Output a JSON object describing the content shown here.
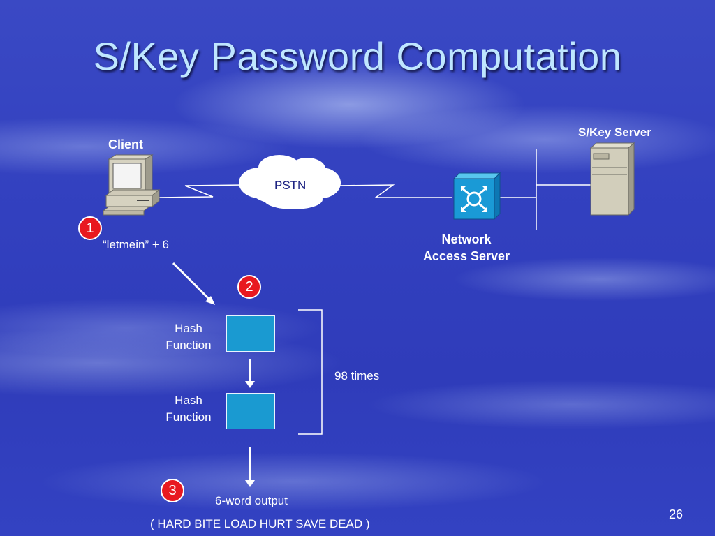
{
  "slide": {
    "title": "S/Key Password Computation",
    "page_number": "26"
  },
  "nodes": {
    "client": "Client",
    "pstn": "PSTN",
    "nas_line1": "Network",
    "nas_line2": "Access Server",
    "skey_server": "S/Key Server"
  },
  "steps": {
    "step1_badge": "1",
    "step1_text": "“letmein” + 6",
    "step2_badge": "2",
    "step3_badge": "3",
    "step3_text": "6-word output",
    "step3_words": "( HARD BITE LOAD HURT SAVE DEAD )"
  },
  "hash": {
    "box1_line1": "Hash",
    "box1_line2": "Function",
    "box2_line1": "Hash",
    "box2_line2": "Function",
    "repeat": "98 times"
  },
  "colors": {
    "title": "#bfe6ff",
    "badge": "#e81820",
    "hash_box": "#1a9ad1"
  },
  "icons": {
    "client": "desktop-computer-icon",
    "pstn": "cloud-icon",
    "nas": "network-access-server-icon",
    "server": "tower-server-icon"
  }
}
